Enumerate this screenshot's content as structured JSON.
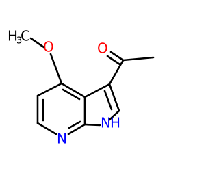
{
  "molecule": {
    "labels": {
      "methoxy_h": "H",
      "methoxy_sub": "3",
      "methoxy_c": "C",
      "ether_o": "O",
      "carbonyl_o": "O",
      "pyridine_n": "N",
      "pyrrole_n": "N",
      "pyrrole_h": "H"
    },
    "colors": {
      "carbon": "#000000",
      "oxygen": "#ff0000",
      "nitrogen": "#0000ff"
    }
  }
}
